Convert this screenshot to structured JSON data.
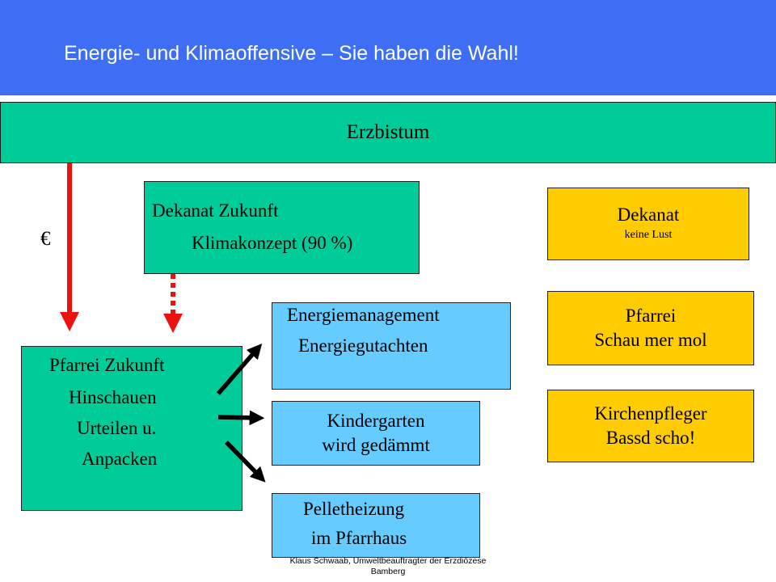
{
  "header": {
    "title": "Energie- und Klimaoffensive – Sie haben die Wahl!",
    "color": "#3e6ef4"
  },
  "diagram": {
    "erzbistum": "Erzbistum",
    "euro_label": "€",
    "dekanat_zukunft": {
      "line1": "Dekanat Zukunft",
      "line2": "Klimakonzept (90 %)"
    },
    "pfarrei_zukunft": {
      "line1": "Pfarrei Zukunft",
      "line2": "Hinschauen",
      "line3": "Urteilen u.",
      "line4": "Anpacken"
    },
    "energiemanagement": {
      "line1": "Energiemanagement",
      "line2": "Energiegutachten"
    },
    "kindergarten": {
      "line1": "Kindergarten",
      "line2": "wird gedämmt"
    },
    "pelletheizung": {
      "line1": "Pelletheizung",
      "line2": "im Pfarrhaus"
    },
    "dekanat_keine": {
      "line1": "Dekanat",
      "line2": "keine Lust"
    },
    "pfarrei_schau": {
      "line1": "Pfarrei",
      "line2": "Schau mer mol"
    },
    "kirchenpfleger": {
      "line1": "Kirchenpfleger",
      "line2": "Bassd scho!"
    },
    "colors": {
      "green": "#00cc99",
      "blue": "#66ccff",
      "gold": "#ffcc00",
      "arrow_red": "#ee1111",
      "arrow_black": "#000000"
    }
  },
  "footer": {
    "line1": "Klaus Schwaab, Umweltbeauftragter der Erzdiözese",
    "line2": "Bamberg"
  }
}
